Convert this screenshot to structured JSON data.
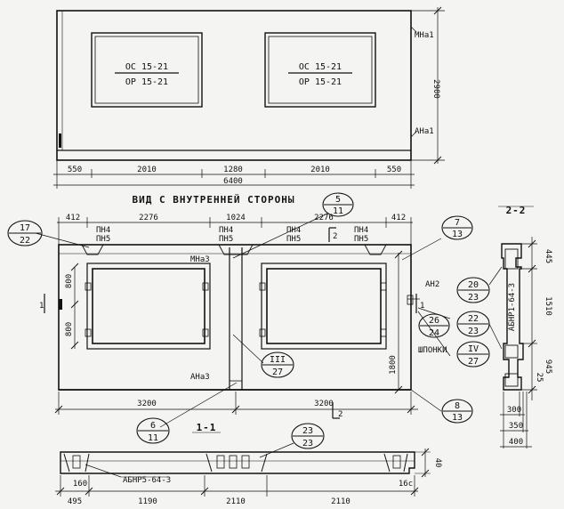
{
  "top_view": {
    "window_left": {
      "line1": "ОС 15-21",
      "line2": "ОР 15-21"
    },
    "window_right": {
      "line1": "ОС 15-21",
      "line2": "ОР 15-21"
    },
    "callout_top_right": "МНа1",
    "callout_right_lower": "АНа1",
    "height_dim": "2900",
    "dims": [
      "550",
      "2010",
      "1280",
      "2010",
      "550"
    ],
    "total_dim": "6400"
  },
  "section_title": "ВИД С ВНУТРЕННЕЙ СТОРОНЫ",
  "inner_view": {
    "top_dims": [
      "412",
      "2276",
      "1024",
      "2276",
      "412"
    ],
    "pn_left": {
      "a": "ПН4",
      "b": "ПН5"
    },
    "pn_center": {
      "a": "ПН4",
      "b": "ПН5"
    },
    "pn_mid_right": {
      "a": "ПН4",
      "b": "ПН5"
    },
    "pn_right": {
      "a": "ПН4",
      "b": "ПН5"
    },
    "mna3": "МНа3",
    "ana3": "АНа3",
    "an2": "АН2",
    "shponki": "ШПОНКИ",
    "dim_800_top": "800",
    "dim_800_bottom": "800",
    "dim_1800": "1800",
    "bottom_dims": [
      "3200",
      "3200"
    ],
    "section_mark_2_top": "2",
    "section_mark_2_bottom": "2",
    "section_mark_1_left": "1",
    "section_mark_1_right": "1"
  },
  "callouts": [
    {
      "top": "17",
      "bottom": "22"
    },
    {
      "top": "5",
      "bottom": "11"
    },
    {
      "top": "7",
      "bottom": "13"
    },
    {
      "top": "III",
      "bottom": "27"
    },
    {
      "top": "6",
      "bottom": "11"
    },
    {
      "top": "23",
      "bottom": "23"
    },
    {
      "top": "8",
      "bottom": "13"
    },
    {
      "top": "20",
      "bottom": "23"
    },
    {
      "top": "22",
      "bottom": "23"
    },
    {
      "top": "26",
      "bottom": "24"
    },
    {
      "top": "IV",
      "bottom": "27"
    }
  ],
  "section_2_2": {
    "title": "2-2",
    "dims_right": [
      "445",
      "1510",
      "945"
    ],
    "dim_25": "25",
    "abn_label": "АБНР1-64-3",
    "bottom_dims": [
      "300",
      "350",
      "400"
    ]
  },
  "section_1_1": {
    "title": "1-1",
    "abn_label": "АБНР5-64-3",
    "dim_160": "160",
    "dim_40": "40",
    "dim_160c": "16с",
    "bottom_dims": [
      "495",
      "1190",
      "2110"
    ],
    "bottom_dim_left": "2110"
  }
}
